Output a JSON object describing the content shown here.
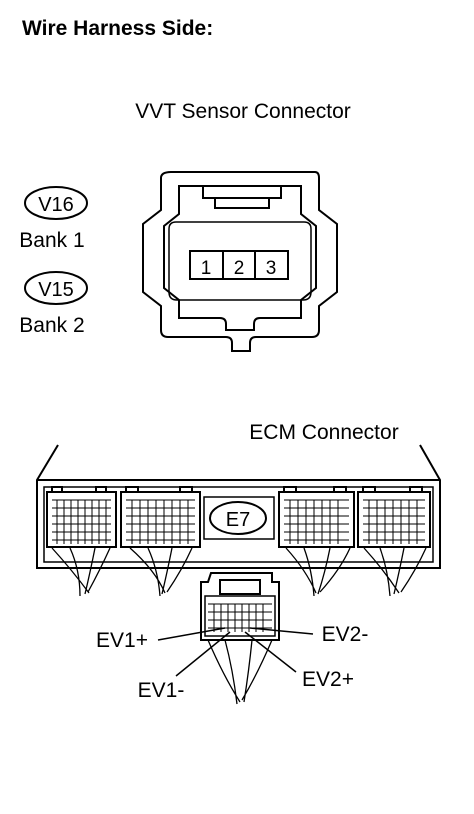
{
  "header": {
    "title": "Wire Harness Side:"
  },
  "vvt": {
    "title": "VVT Sensor Connector",
    "pins": [
      "1",
      "2",
      "3"
    ],
    "codes": [
      {
        "code": "V16",
        "bank": "Bank 1"
      },
      {
        "code": "V15",
        "bank": "Bank 2"
      }
    ]
  },
  "ecm": {
    "title": "ECM Connector",
    "code": "E7",
    "pins": {
      "ev1_plus": "EV1+",
      "ev1_minus": "EV1-",
      "ev2_minus": "EV2-",
      "ev2_plus": "EV2+"
    }
  }
}
